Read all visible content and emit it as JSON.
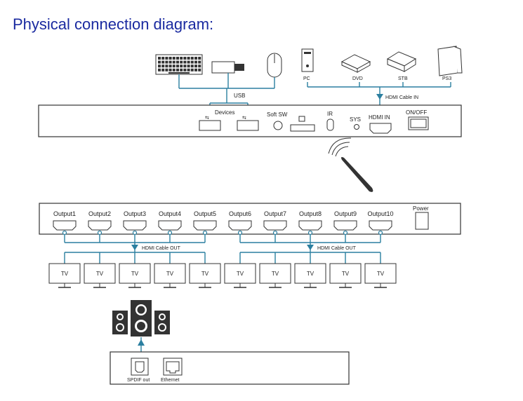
{
  "title": "Physical connection diagram:",
  "input_devices": {
    "usb_label": "USB",
    "sources": [
      "PC",
      "DVD",
      "STB",
      "PS3"
    ],
    "hdmi_in_cable": "HDMI Cable IN"
  },
  "input_panel": {
    "devices": "Devices",
    "soft_sw": "Soft SW",
    "ir": "IR",
    "sys": "SYS",
    "hdmi_in": "HDMI IN",
    "on_off": "ON/OFF"
  },
  "output_panel": {
    "outputs": [
      "Output1",
      "Output2",
      "Output3",
      "Output4",
      "Output5",
      "Output6",
      "Output7",
      "Output8",
      "Output9",
      "Output10"
    ],
    "power": "Power",
    "hdmi_out_left": "HDMI Cable OUT",
    "hdmi_out_right": "HDMI Cable OUT"
  },
  "tvs": [
    "TV",
    "TV",
    "TV",
    "TV",
    "TV",
    "TV",
    "TV",
    "TV",
    "TV",
    "TV"
  ],
  "audio_panel": {
    "spdif": "SPDIF out",
    "ethernet": "Ethernet"
  }
}
